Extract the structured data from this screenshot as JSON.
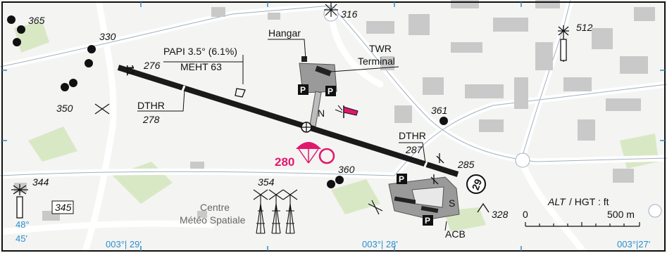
{
  "labels": {
    "hangar": "Hangar",
    "twr": "TWR",
    "terminal": "Terminal",
    "papi": "PAPI 3.5° (6.1%)",
    "meht": "MEHT 63",
    "dthr_left": "DTHR",
    "dthr_left_elev": "278",
    "dthr_right": "DTHR",
    "dthr_right_elev": "287",
    "rwy_end_w_elev": "276",
    "rwy_end_e_elev": "285",
    "rwy_w_number": "11",
    "rwy_e_number": "29",
    "north": "N",
    "parachute_elev": "280",
    "acb": "ACB",
    "s_label": "S",
    "centre": "Centre",
    "meteo": "Météo Spatiale",
    "parking": "P"
  },
  "elevations": {
    "e365": "365",
    "e330": "330",
    "e350": "350",
    "e316": "316",
    "e512": "512",
    "e361": "361",
    "e360": "360",
    "e354": "354",
    "e344": "344",
    "e345": "345",
    "e328": "328"
  },
  "coordinates": {
    "lat_deg": "48°",
    "lat_min": "45'",
    "lon1": "003°| 29'",
    "lon2": "003°| 28'",
    "lon3": "003°|27'"
  },
  "scale": {
    "title_alt": "ALT",
    "title_rest": "/ HGT : ft",
    "zero": "0",
    "max": "500 m"
  },
  "colors": {
    "runway": "#1a1a1a",
    "apron": "#9a9a9a",
    "buildings": "#c9c9c9",
    "parachute": "#e0186c",
    "grid": "#2a8fcf",
    "green": "#d8e8c4"
  },
  "icons": [
    "tower-icon",
    "tree-icon",
    "parachute-icon",
    "windsock-icon",
    "obstacle-icon",
    "reference-point-icon"
  ]
}
